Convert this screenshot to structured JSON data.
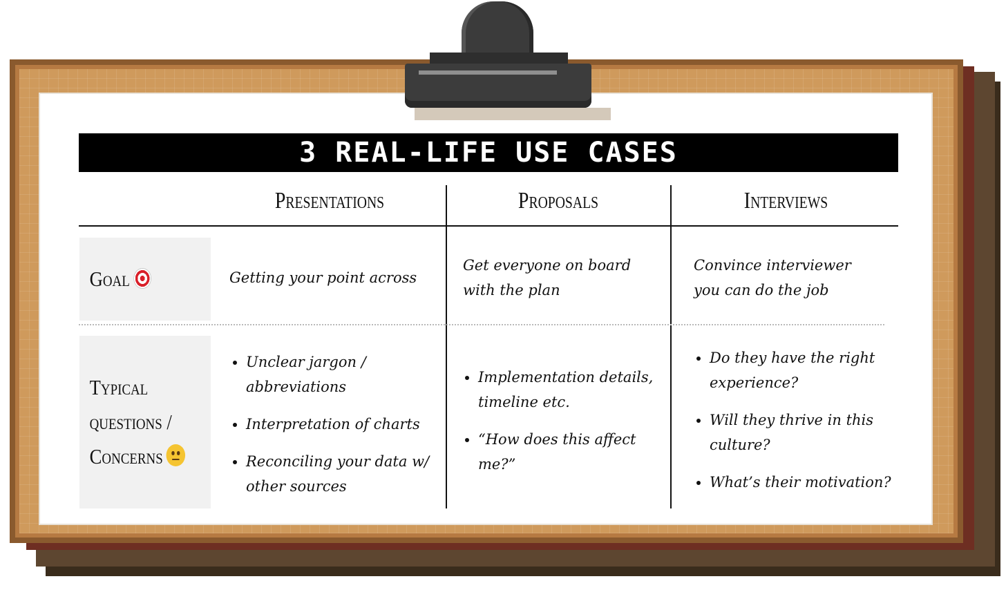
{
  "title": "3 REAL-LIFE USE CASES",
  "columns": [
    "Presentations",
    "Proposals",
    "Interviews"
  ],
  "rows": [
    {
      "label": "Goal",
      "icon": "target-icon",
      "cells": [
        "Getting your point across",
        "Get everyone on board with the plan",
        "Convince interviewer you can do the job"
      ]
    },
    {
      "label_lines": [
        "Typical",
        "questions /",
        "Concerns"
      ],
      "icon": "raised-eyebrow-face-icon",
      "cells": [
        [
          "Unclear jargon / abbreviations",
          "Interpretation of charts",
          "Reconciling your data w/ other sources"
        ],
        [
          "Implementation details, timeline etc.",
          "“How does this affect me?”"
        ],
        [
          "Do they have the right experience?",
          "Will they thrive in this culture?",
          "What’s their motivation?"
        ]
      ]
    }
  ]
}
